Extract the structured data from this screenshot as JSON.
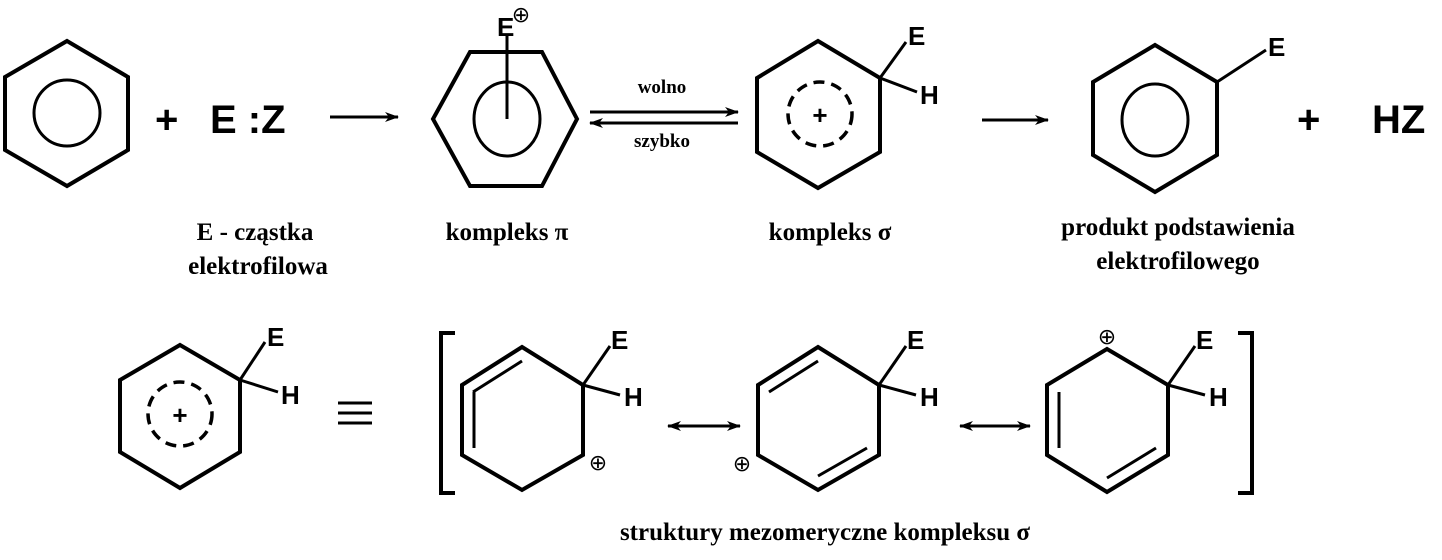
{
  "reaction": {
    "plus": "+",
    "reagent": "E :Z",
    "electrophile": "E",
    "hydrogen": "H",
    "positive_charge": "+",
    "charge_symbol": "⊕",
    "byproduct": "HZ",
    "forward_label": "wolno",
    "reverse_label": "szybko",
    "equivalence": "≡"
  },
  "labels": {
    "electrophile_line1": "E - cząstka",
    "electrophile_line2": "elektrofilowa",
    "pi_complex": "kompleks π",
    "sigma_complex": "kompleks σ",
    "product_line1": "produkt podstawienia",
    "product_line2": "elektrofilowego",
    "resonance": "struktury mezomeryczne kompleksu σ"
  }
}
